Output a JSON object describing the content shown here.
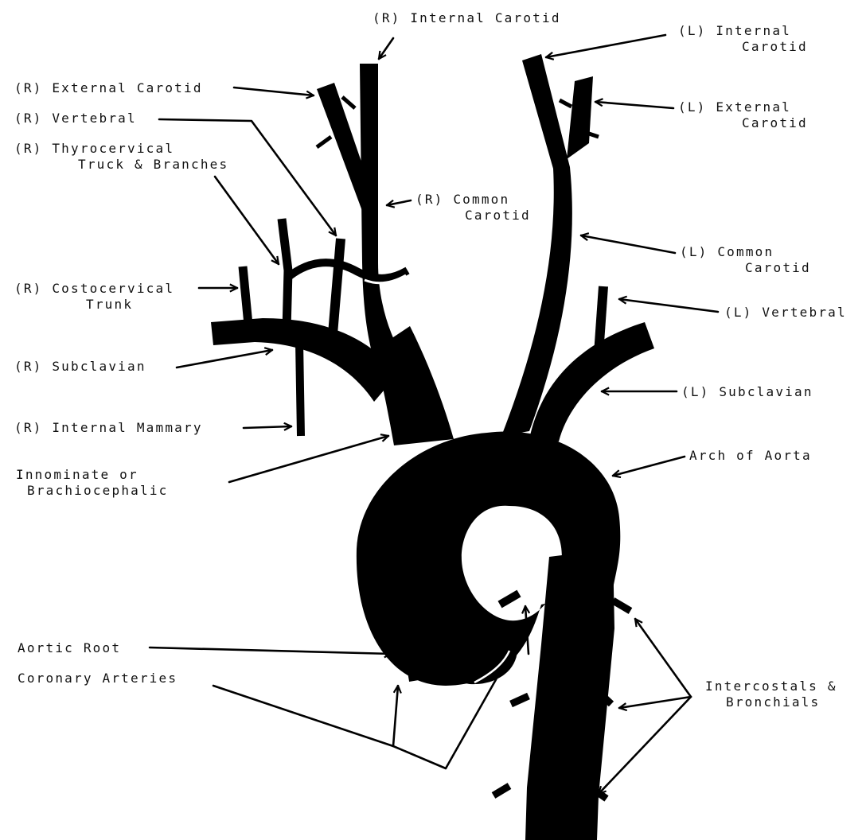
{
  "colors": {
    "vessel": "#000000",
    "background": "#ffffff",
    "label": "#111111"
  },
  "labels": {
    "r_internal_carotid": [
      "(R) Internal Carotid"
    ],
    "l_internal_carotid": [
      "(L) Internal",
      "Carotid"
    ],
    "r_external_carotid": [
      "(R) External Carotid"
    ],
    "l_external_carotid": [
      "(L) External",
      "Carotid"
    ],
    "r_vertebral": [
      "(R) Vertebral"
    ],
    "r_thyrocervical": [
      "(R) Thyrocervical",
      "Truck & Branches"
    ],
    "r_common_carotid": [
      "(R) Common",
      "Carotid"
    ],
    "l_common_carotid": [
      "(L) Common",
      "Carotid"
    ],
    "r_costocervical": [
      "(R) Costocervical",
      "Trunk"
    ],
    "l_vertebral": [
      "(L) Vertebral"
    ],
    "r_subclavian": [
      "(R) Subclavian"
    ],
    "l_subclavian": [
      "(L) Subclavian"
    ],
    "r_internal_mammary": [
      "(R) Internal Mammary"
    ],
    "arch_of_aorta": [
      "Arch of Aorta"
    ],
    "innominate": [
      "Innominate or",
      "Brachiocephalic"
    ],
    "aortic_root": [
      "Aortic Root"
    ],
    "coronary_arteries": [
      "Coronary Arteries"
    ],
    "intercostals": [
      "Intercostals &",
      "Bronchials"
    ]
  }
}
